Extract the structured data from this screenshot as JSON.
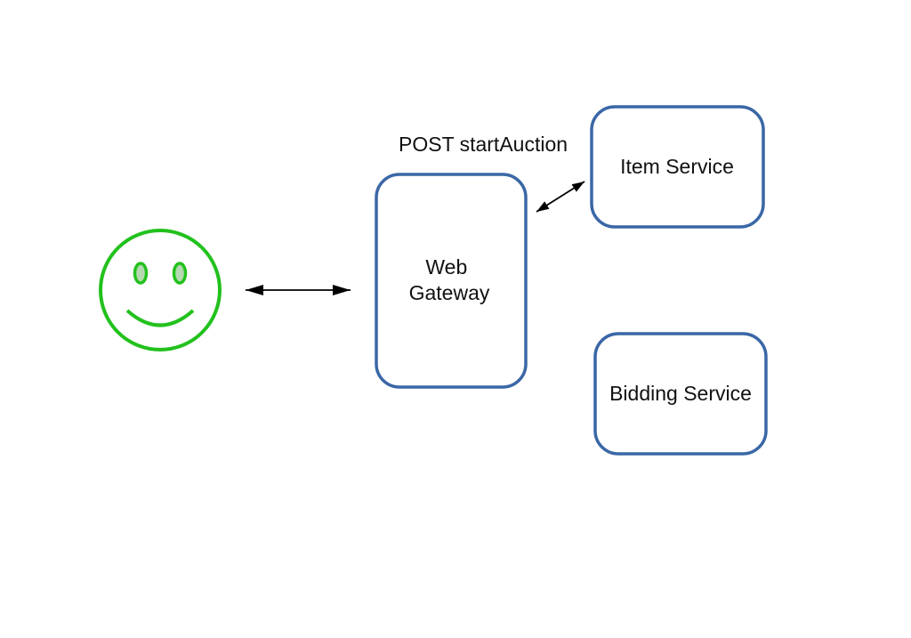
{
  "diagram": {
    "user": {
      "icon": "smiley-face-icon",
      "color": "#22c11d"
    },
    "nodes": {
      "web_gateway": {
        "line1": "Web",
        "line2": "Gateway"
      },
      "item_service": {
        "label": "Item Service"
      },
      "bidding_service": {
        "label": "Bidding Service"
      }
    },
    "edges": {
      "gateway_to_item": {
        "label": "POST startAuction"
      }
    },
    "colors": {
      "node_border": "#3a67a6",
      "arrow": "#000000",
      "text": "#111111"
    }
  }
}
